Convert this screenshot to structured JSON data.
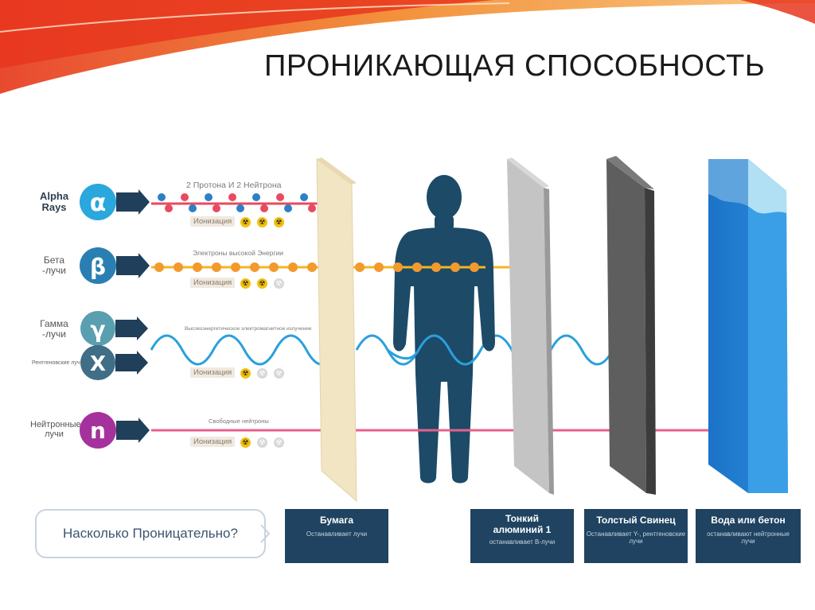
{
  "title": "ПРОНИКАЮЩАЯ СПОСОБНОСТЬ",
  "colors": {
    "alpha": "#2aa7dc",
    "beta": "#2a7fb2",
    "gamma": "#5a9fb0",
    "xray": "#3f6e86",
    "neutron": "#a5329c",
    "human": "#1c4a67",
    "paper": "#f2e5c4",
    "aluminium": "#b9b9b9",
    "lead": "#5d5d5d",
    "water": "#2f86d6",
    "box": "#1f4360"
  },
  "rays": [
    {
      "symbol": "α",
      "name": "Alpha Rays",
      "desc": "2 Протона И 2 Нейтрона",
      "ionization_label": "Ионизация",
      "ionization_level": 3,
      "ionization_max": 3
    },
    {
      "symbol": "β",
      "name": "Бета -лучи",
      "desc": "Электроны высокой Энергии",
      "ionization_label": "Ионизация",
      "ionization_level": 2,
      "ionization_max": 3
    },
    {
      "symbol": "γ",
      "name": "Гамма -лучи",
      "desc": "Высокоэнергетическое электромагнитное излучение",
      "ionization_label": "Ионизация",
      "ionization_level": 1,
      "ionization_max": 3
    },
    {
      "symbol": "X",
      "name": "Рентгеновские лучи"
    },
    {
      "symbol": "n",
      "name": "Нейтронные лучи",
      "desc": "Свободные нейтроны",
      "ionization_label": "Ионизация",
      "ionization_level": 1,
      "ionization_max": 3
    }
  ],
  "question": "Насколько Проницательно?",
  "barriers": [
    {
      "title": "Бумага",
      "desc": "Останавливает лучи"
    },
    {
      "title": "Тонкий алюминий 1",
      "desc": "останавливает B-лучи"
    },
    {
      "title": "Толстый Свинец",
      "desc": "Останавливает Y-, рентгеновские лучи"
    },
    {
      "title": "Вода или бетон",
      "desc": "останавливают нейтронные лучи"
    }
  ]
}
